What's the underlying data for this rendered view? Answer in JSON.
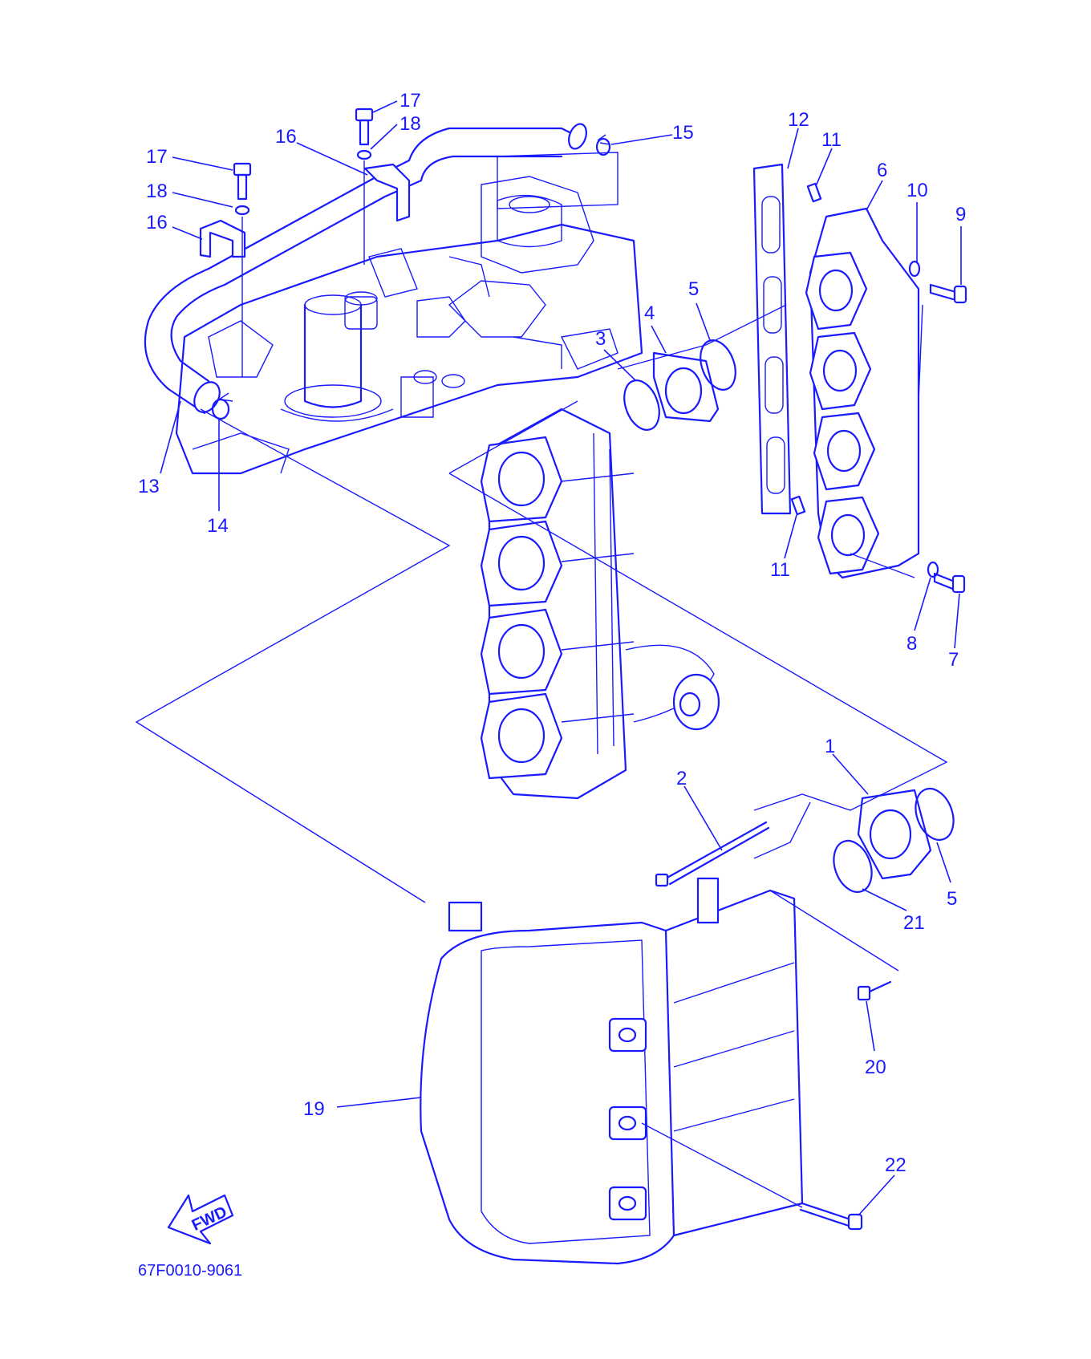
{
  "diagram_code": "67F0010-9061",
  "fwd_label": "FWD",
  "accent_color": "#1a1aff",
  "callouts": {
    "c1": "1",
    "c2": "2",
    "c3": "3",
    "c4": "4",
    "c5a": "5",
    "c5b": "5",
    "c6": "6",
    "c7": "7",
    "c8": "8",
    "c9": "9",
    "c10": "10",
    "c11a": "11",
    "c11b": "11",
    "c12": "12",
    "c13": "13",
    "c14": "14",
    "c15": "15",
    "c16a": "16",
    "c16b": "16",
    "c17a": "17",
    "c17b": "17",
    "c18a": "18",
    "c18b": "18",
    "c19": "19",
    "c20": "20",
    "c21": "21",
    "c22": "22"
  }
}
